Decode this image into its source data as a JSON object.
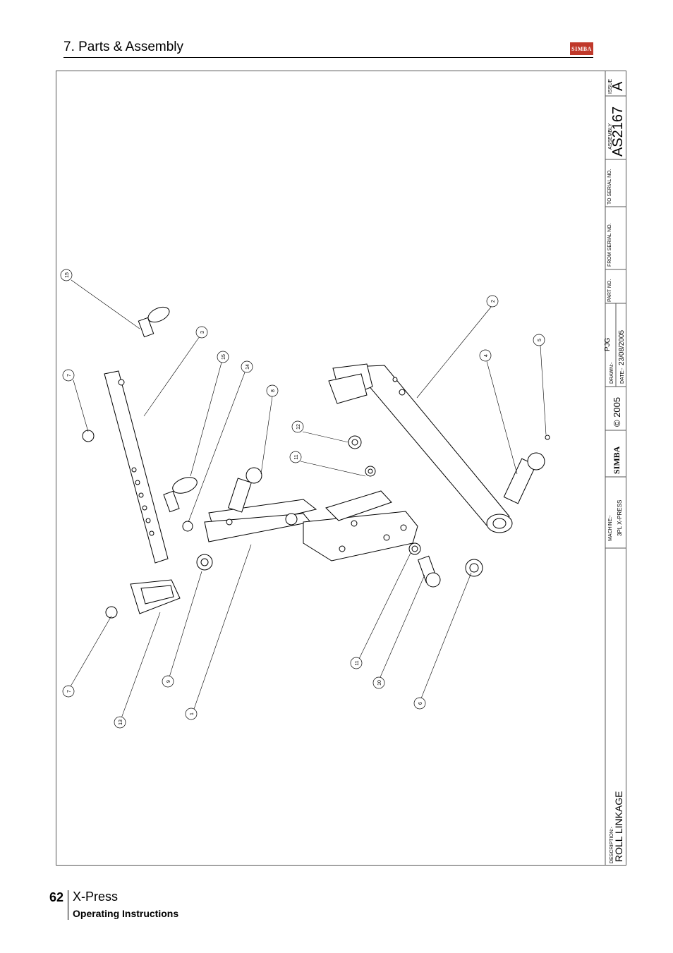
{
  "header": {
    "section_title": "7. Parts & Assembly",
    "logo_text": "SIMBA"
  },
  "title_block": {
    "issue_label": "ISSUE",
    "issue_value": "A",
    "assembly_label": "ASSEMBLY",
    "assembly_value": "AS2167",
    "to_serial_label": "TO SERIAL NO.",
    "from_serial_label": "FROM SERIAL NO.",
    "part_no_label": "PART NO.",
    "drawn_label": "DRAWN:-",
    "drawn_value": "PJG",
    "date_label": "DATE:-",
    "date_value": "23/08/2005",
    "copyright": "© 2005",
    "brand": "SIMBA",
    "machine_label": "MACHINE:-",
    "machine_value": "3PL X-PRESS",
    "description_label": "DESCRIPTION:-",
    "description_value": "ROLL LINKAGE"
  },
  "balloons": [
    "15",
    "7",
    "3",
    "15",
    "14",
    "8",
    "12",
    "11",
    "2",
    "4",
    "5",
    "7",
    "13",
    "9",
    "1",
    "11",
    "10",
    "6"
  ],
  "footer": {
    "page_number": "62",
    "product": "X-Press",
    "subtitle": "Operating Instructions"
  }
}
